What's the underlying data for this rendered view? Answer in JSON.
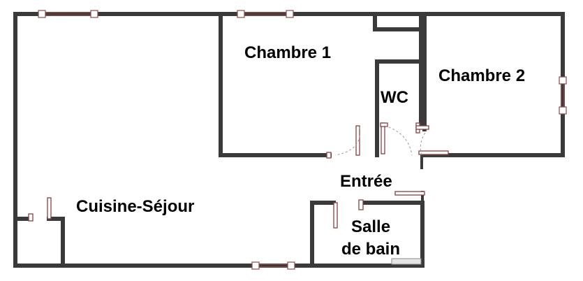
{
  "rooms": {
    "chambre_1": "Chambre 1",
    "chambre_2": "Chambre 2",
    "wc": "WC",
    "entree": "Entrée",
    "cuisine_sejour": "Cuisine-Séjour",
    "salle_de_bain_line1": "Salle",
    "salle_de_bain_line2": "de bain"
  },
  "colors": {
    "wall": "#3a3a3a",
    "door": "#8a3e3e",
    "window": "#8a4a4a",
    "background": "#ffffff"
  }
}
